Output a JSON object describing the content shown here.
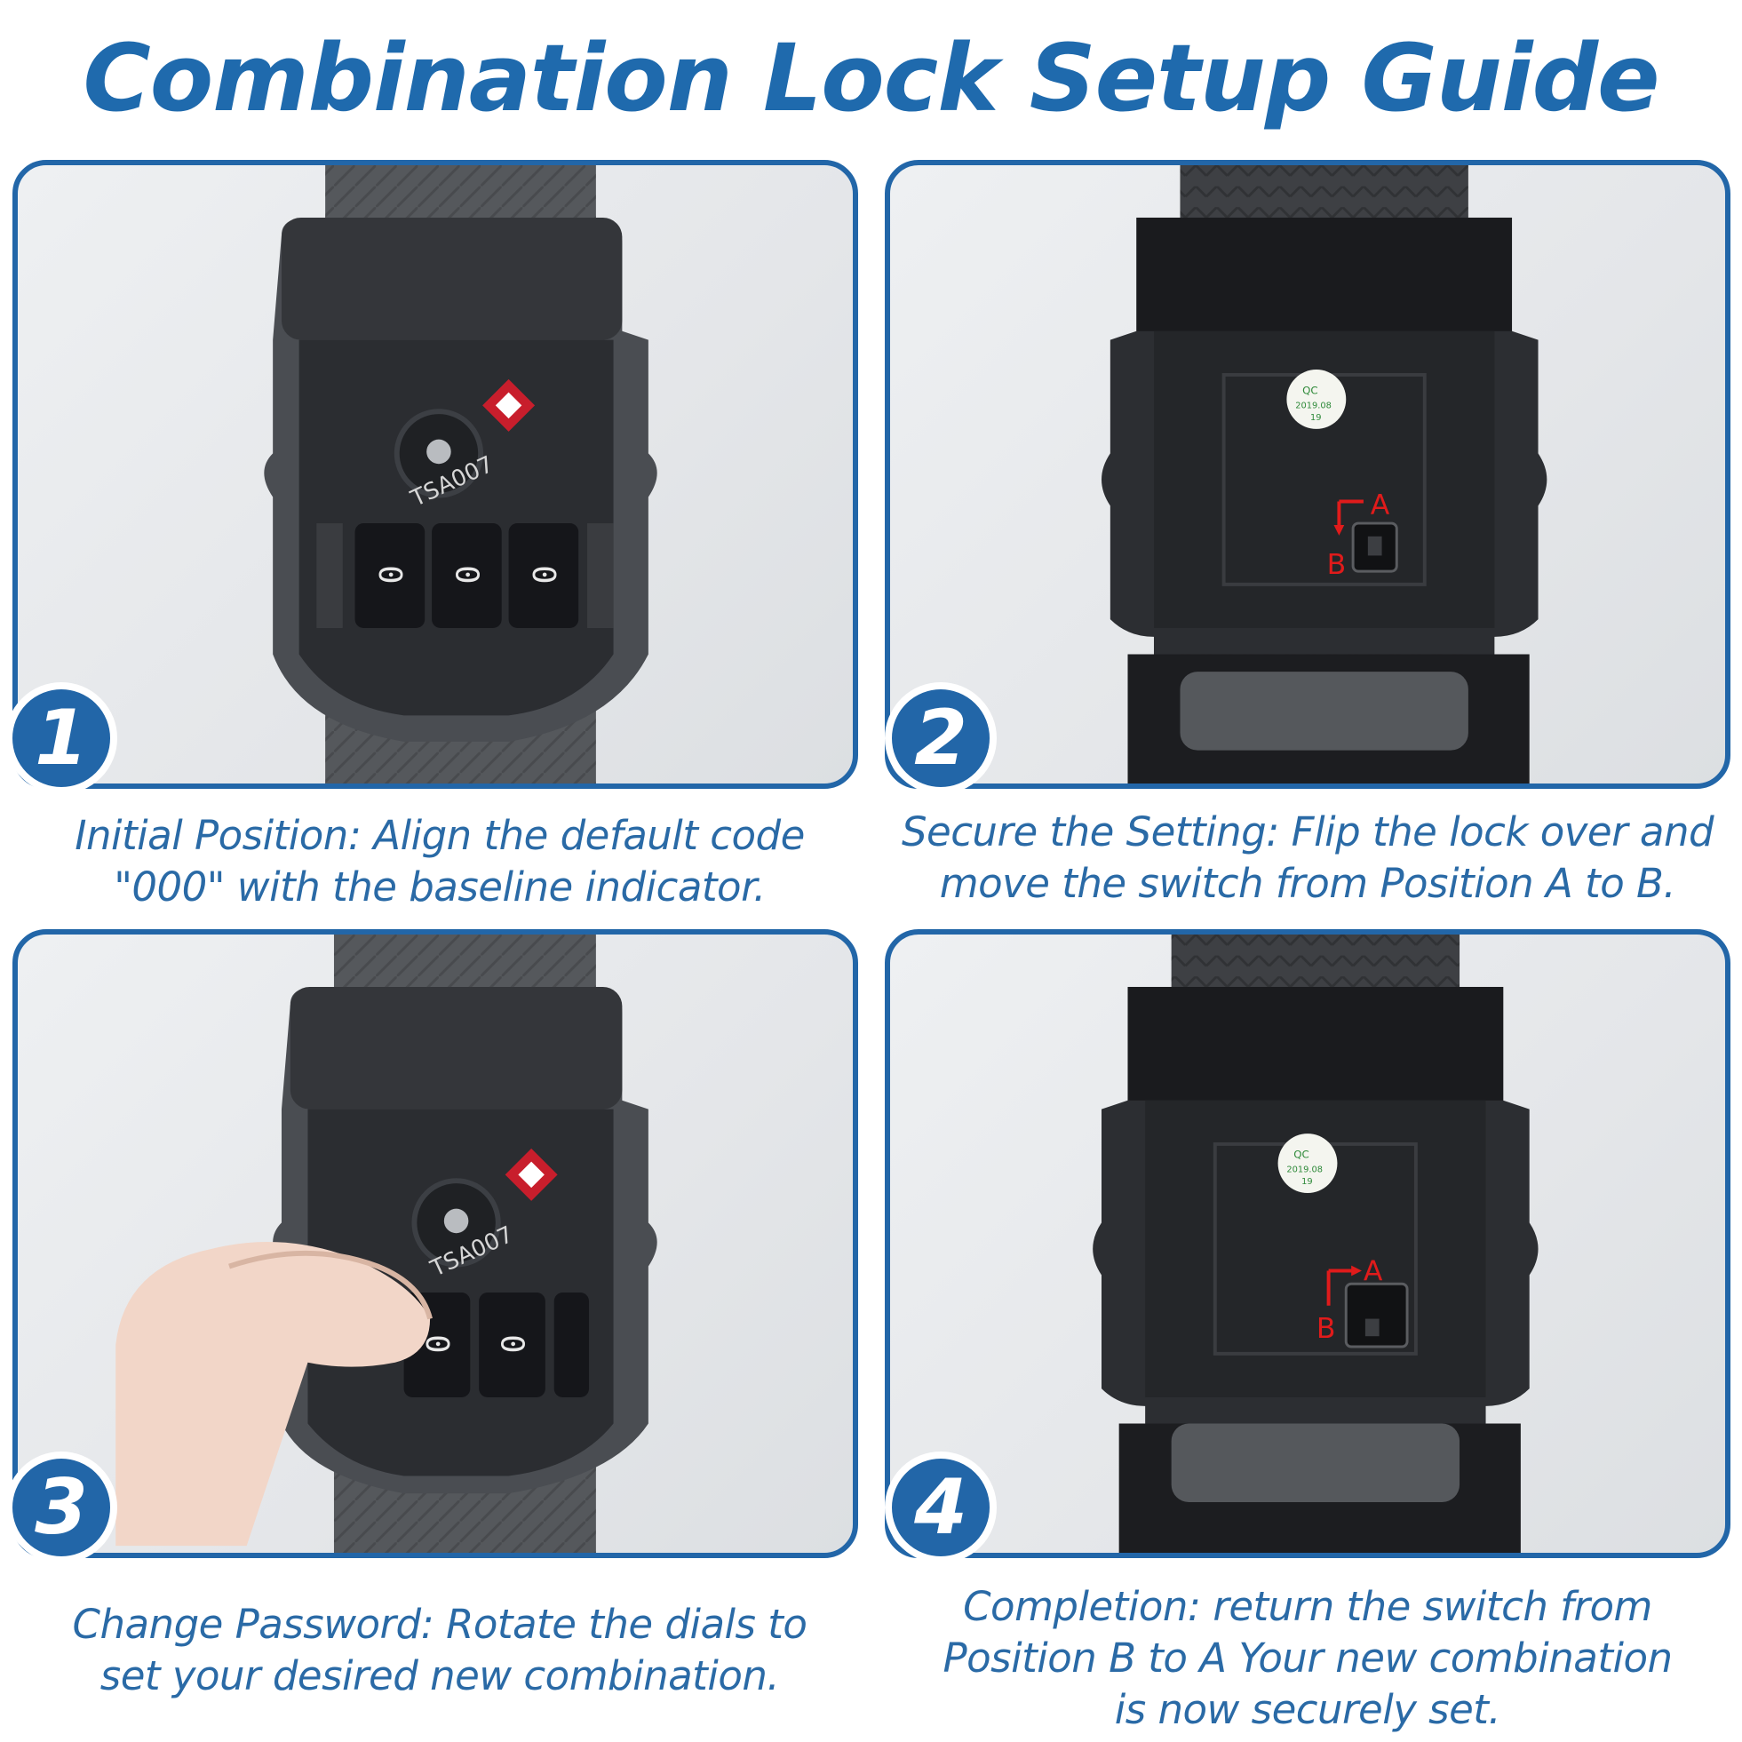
{
  "title": "Combination Lock Setup Guide",
  "lock_marks": {
    "tsa_label": "TSA007",
    "dial_digit": "0",
    "qc_label": "QC",
    "qc_date": "2019.08",
    "qc_sub": "19",
    "switch_position_a": "A",
    "switch_position_b": "B"
  },
  "steps": [
    {
      "number": "1",
      "caption_lines": [
        "Initial Position: Align the default code",
        "\"000\" with the baseline indicator."
      ]
    },
    {
      "number": "2",
      "caption_lines": [
        "Secure the Setting: Flip the lock over and",
        "move the switch from Position A to B."
      ]
    },
    {
      "number": "3",
      "caption_lines": [
        "Change Password: Rotate the dials to",
        "set your desired new combination."
      ]
    },
    {
      "number": "4",
      "caption_lines": [
        "Completion: return the switch from",
        "Position B to A Your new combination",
        "is now securely set."
      ]
    }
  ],
  "colors": {
    "accent": "#2266a8",
    "title": "#1f6aad",
    "caption": "#2a6aa6",
    "marker_red": "#e01b1b"
  }
}
